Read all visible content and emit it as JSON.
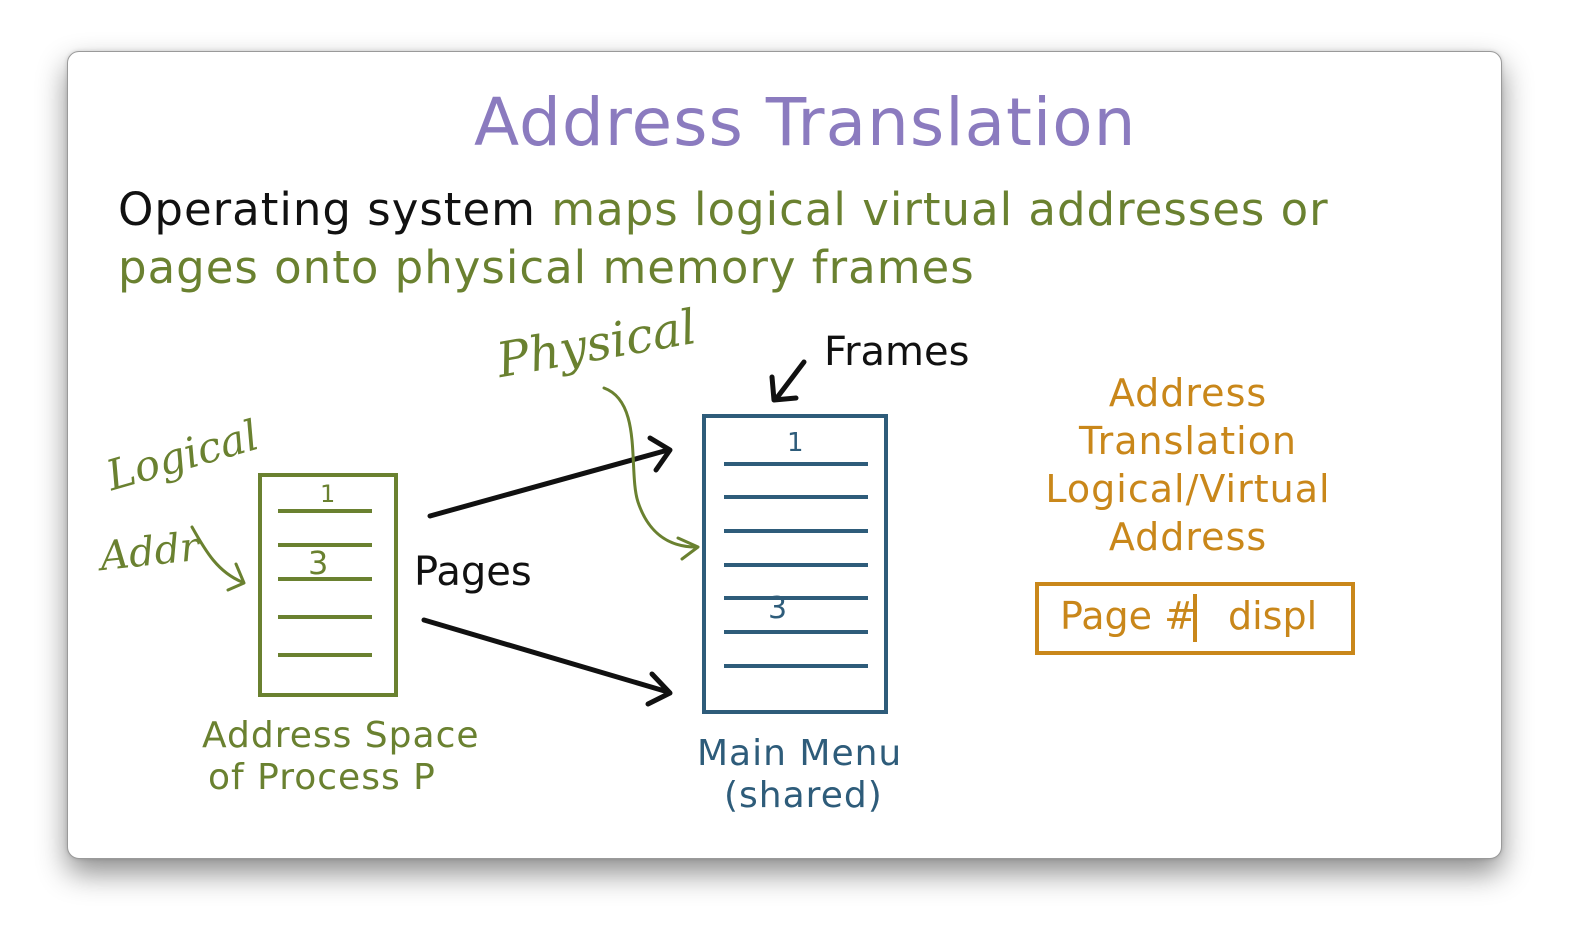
{
  "title": "Address Translation",
  "description": {
    "line1_black": "Operating system",
    "line1_green": "maps logical virtual addresses or",
    "line2_green": "pages onto physical memory frames"
  },
  "annotations": {
    "logical": "Logical",
    "addr": "Addr",
    "physical": "Physical",
    "frames": "Frames",
    "pages": "Pages"
  },
  "address_space": {
    "caption_line1": "Address Space",
    "caption_line2": "of Process P",
    "page_numbers": [
      "1",
      "3"
    ]
  },
  "main_memory": {
    "caption_line1": "Main Menu",
    "caption_line2": "(shared)",
    "frame_numbers": [
      "1",
      "3"
    ]
  },
  "address_format": {
    "heading": [
      "Address",
      "Translation",
      "Logical/Virtual",
      "Address"
    ],
    "fields": [
      "Page #",
      "displ"
    ]
  },
  "colors": {
    "title": "#8b7bbf",
    "green": "#6a8130",
    "blue": "#2e5c7a",
    "orange": "#c9871a",
    "black": "#111111"
  }
}
